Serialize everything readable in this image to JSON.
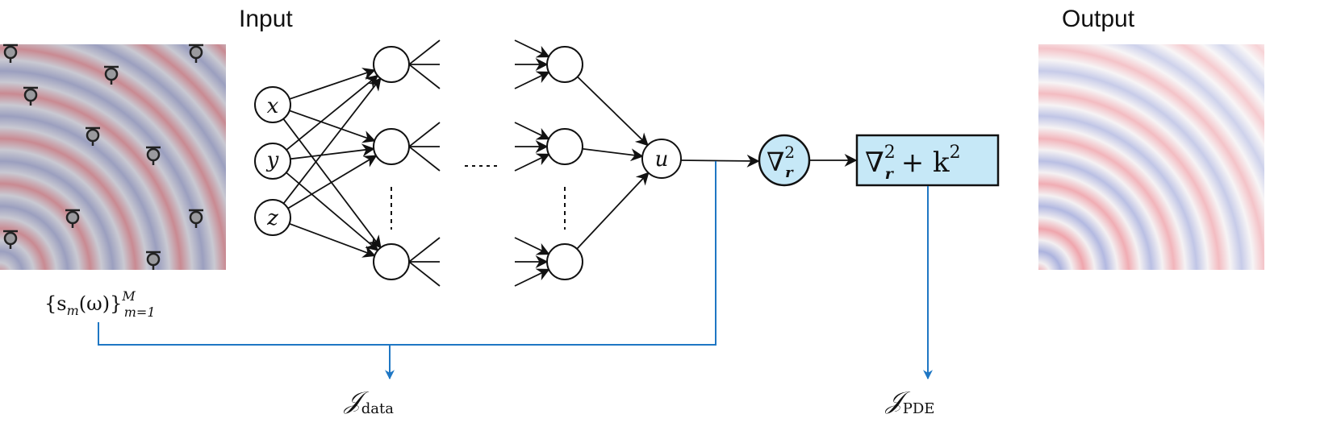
{
  "header": {
    "input_label": "Input",
    "output_label": "Output"
  },
  "network": {
    "inputs": [
      "x",
      "y",
      "z"
    ],
    "output": "u",
    "ellipsis": "......"
  },
  "operators": {
    "laplacian": {
      "symbol": "∇",
      "sup": "2",
      "sub": "r"
    },
    "helmholtz": {
      "symbol": "∇",
      "sup": "2",
      "sub": "r",
      "rest": "+ k",
      "rest_sup": "2"
    }
  },
  "sensor_label": {
    "open": "{s",
    "sub": "m",
    "mid": "(ω)}",
    "sup": "M",
    "sub2": "m=1"
  },
  "losses": {
    "data": {
      "symbol": "𝒥",
      "sub": "data"
    },
    "pde": {
      "symbol": "𝒥",
      "sub": "PDE"
    }
  },
  "colors": {
    "red": "#d9686e",
    "blue": "#3b4aa0",
    "light": "#c8cad4",
    "op_fill": "#c6e8f7",
    "loss_line": "#1f77c4"
  }
}
